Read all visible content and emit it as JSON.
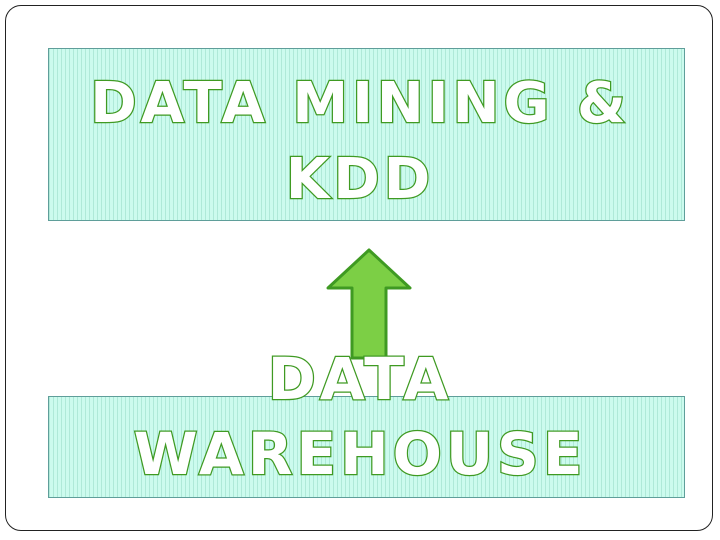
{
  "slide": {
    "top_box": {
      "line_1": "DATA MINING &",
      "line_2": "KDD"
    },
    "bottom_box": {
      "line_1": "DATA",
      "line_2": "WAREHOUSE"
    },
    "arrow_direction": "up"
  },
  "colors": {
    "panel_fill": "#ccfbee",
    "panel_border": "#5f9e9a",
    "text_fill": "#ffffff",
    "text_outline": "#3f9a22",
    "arrow_fill": "#7ccf45",
    "arrow_outline": "#3f9a22"
  }
}
